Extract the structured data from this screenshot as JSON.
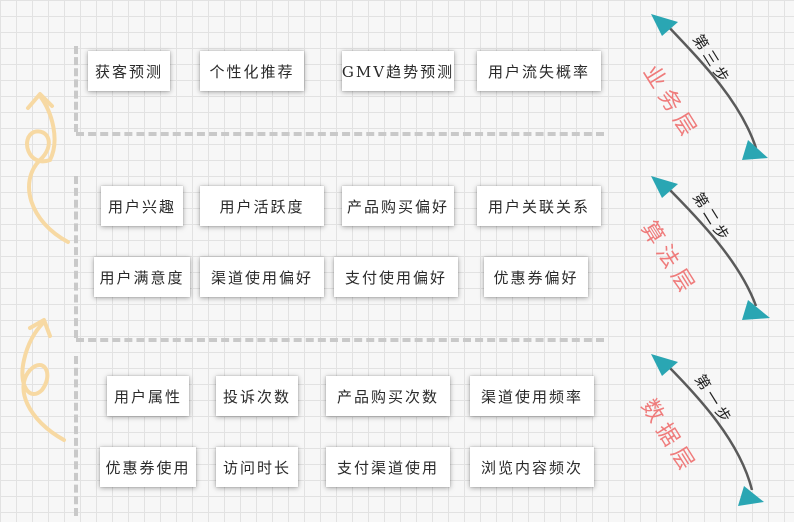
{
  "layers": {
    "business": {
      "step": "第三步",
      "name": "业务层",
      "rows": [
        [
          "获客预测",
          "个性化推荐",
          "GMV趋势预测",
          "用户流失概率"
        ]
      ]
    },
    "algorithm": {
      "step": "第二步",
      "name": "算法层",
      "rows": [
        [
          "用户兴趣",
          "用户活跃度",
          "产品购买偏好",
          "用户关联关系"
        ],
        [
          "用户满意度",
          "渠道使用偏好",
          "支付使用偏好",
          "优惠券偏好"
        ]
      ]
    },
    "data": {
      "step": "第一步",
      "name": "数据层",
      "rows": [
        [
          "用户属性",
          "投诉次数",
          "产品购买次数",
          "渠道使用频率"
        ],
        [
          "优惠券使用",
          "访问时长",
          "支付渠道使用",
          "浏览内容频次"
        ]
      ]
    }
  },
  "colors": {
    "layer_label": "#ef7b7b",
    "step_arrow_head": "#2aa6b3",
    "step_arrow_line": "#5a5a5a",
    "side_arrow": "#f7d9a3",
    "dash": "#c9c9c9"
  }
}
